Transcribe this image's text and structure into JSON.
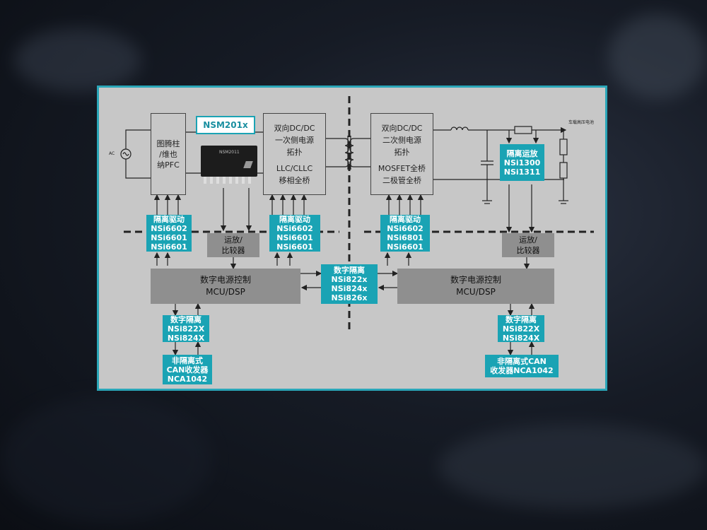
{
  "diagram": {
    "pfc_box": [
      "图腾柱",
      "/维也",
      "纳PFC"
    ],
    "nsm_tag": "NSM201x",
    "chip_label": "NSM2011",
    "ac_label": "AC",
    "hv_battery_label": "车载高压电池",
    "dcdc_primary": [
      "双向DC/DC",
      "一次侧电源",
      "拓扑",
      "LLC/CLLC",
      "移相全桥"
    ],
    "dcdc_secondary": [
      "双向DC/DC",
      "二次侧电源",
      "拓扑",
      "MOSFET全桥",
      "二极管全桥"
    ],
    "driver_1": [
      "隔离驱动",
      "NSi6602",
      "NSi6601",
      "NSi6601"
    ],
    "driver_2": [
      "隔离驱动",
      "NSi6602",
      "NSi6601",
      "NSi6601"
    ],
    "driver_3": [
      "隔离驱动",
      "NSi6602",
      "NSi6801",
      "NSi6601"
    ],
    "iso_opamp": [
      "隔离运放",
      "NSi1300",
      "NSi1311"
    ],
    "opamp_left": [
      "运放/",
      "比较器"
    ],
    "opamp_right": [
      "运放/",
      "比较器"
    ],
    "mcu_left": [
      "数字电源控制",
      "MCU/DSP"
    ],
    "mcu_right": [
      "数字电源控制",
      "MCU/DSP"
    ],
    "digital_iso_center": [
      "数字隔离",
      "NSi822x",
      "NSi824x",
      "NSi826x"
    ],
    "digital_iso_left": [
      "数字隔离",
      "NSi822X",
      "NSi824X"
    ],
    "digital_iso_right": [
      "数字隔离",
      "NSi822X",
      "NSi824X"
    ],
    "can_left": [
      "非隔离式",
      "CAN收发器",
      "NCA1042"
    ],
    "can_right": [
      "非隔离式CAN",
      "收发器NCA1042"
    ]
  }
}
